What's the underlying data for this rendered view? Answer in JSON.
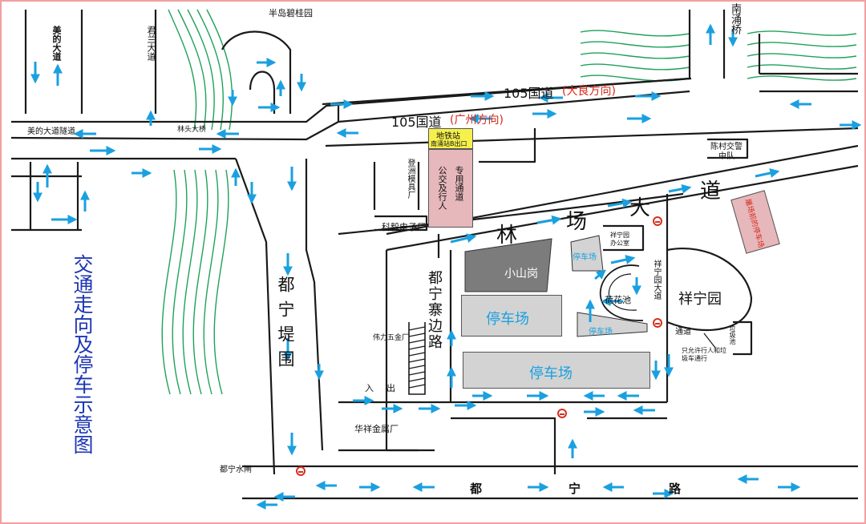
{
  "colors": {
    "road": "#1a1a1a",
    "arrow": "#1aa0e0",
    "river": "#1fa15a",
    "parking_fill": "#d3d3d3",
    "hill_fill": "#7c7c7c",
    "pink_fill": "#e6b7bb",
    "yellow_fill": "#f6f04c",
    "title_text": "#1d36b4",
    "accent_red": "#d62718",
    "no_entry": "#d83020"
  },
  "map": {
    "title": "交通走向及停车示意图",
    "roads": {
      "national_105": "105国道",
      "national_105_dir1": "(大良方向)",
      "national_105_dir2": "(广州方向)",
      "meide_tunnel": "美的大道隧道",
      "meide_ave": "美的大道",
      "junlan_ave": "君兰大道",
      "bandao_biguiyuan": "半岛碧桂园",
      "nanyong_bridge": "南涌桥",
      "lintou_bridge": "林头大桥",
      "linchang_ave_1": "林",
      "linchang_ave_2": "场",
      "linchang_ave_3": "大",
      "linchang_ave_4": "道",
      "duning_dike": "都宁堤围",
      "duning_zhai_bian_road": "都宁寨边路",
      "duning_road_1": "都",
      "duning_road_2": "宁",
      "duning_road_3": "路",
      "xiangningyuan_ave": "祥宁园大道",
      "tongdao": "通道"
    },
    "places": {
      "metro_station": "地铁站",
      "metro_exit": "南涌站B出口",
      "bus_pedestrian": "公交及行人",
      "dedicated_channel": "专用通道",
      "dengzhou_mold": "登洲模具厂",
      "keyi_electronic": "科毅电子厂",
      "chencun_police": "陈村交警中队",
      "slaughterhouse_parking": "屠场前的停车场",
      "xiaoshangang": "小山岗",
      "parking": "停车场",
      "parking_large": "停车场",
      "parking_bottom": "停车场",
      "lotus_pond": "荷花池",
      "xiangningyuan": "祥宁园",
      "xiangningyuan_office": "祥宁园办公室",
      "garbage_pool": "垃圾池",
      "weili_hardware": "伟力五金厂",
      "huaxiang_metal": "华祥金属厂",
      "duning_sluice": "都宁水闸",
      "entry": "入",
      "exit": "出",
      "pedestrian_only": "只允许行人和垃圾车通行",
      "parking_small_1": "停车场",
      "parking_small_2": "停车场"
    }
  }
}
